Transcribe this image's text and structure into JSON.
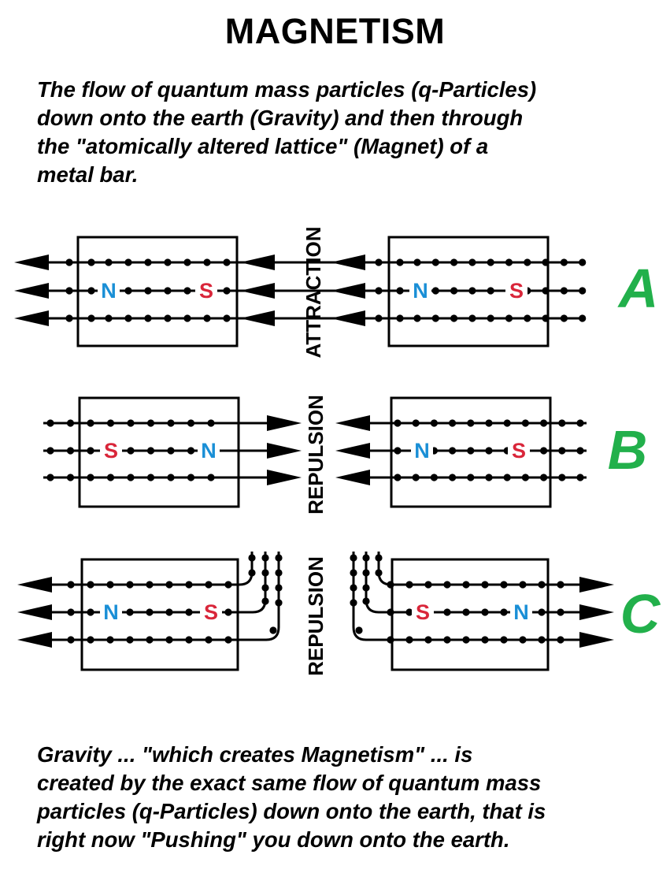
{
  "title": "MAGNETISM",
  "intro_lines": [
    "The flow of quantum mass particles (q-Particles)",
    "down onto the earth (Gravity) and then through",
    "the \"atomically altered lattice\" (Magnet) of a",
    "metal bar."
  ],
  "rows": [
    {
      "id": "A",
      "relation": "ATTRACTION",
      "left": {
        "pole_left": "N",
        "pole_right": "S"
      },
      "right": {
        "pole_left": "N",
        "pole_right": "S"
      }
    },
    {
      "id": "B",
      "relation": "REPULSION",
      "left": {
        "pole_left": "S",
        "pole_right": "N"
      },
      "right": {
        "pole_left": "N",
        "pole_right": "S"
      }
    },
    {
      "id": "C",
      "relation": "REPULSION",
      "left": {
        "pole_left": "N",
        "pole_right": "S"
      },
      "right": {
        "pole_left": "S",
        "pole_right": "N"
      }
    }
  ],
  "outro_lines": [
    "Gravity ... \"which creates Magnetism\" ... is",
    "created by the exact same flow of quantum mass",
    "particles (q-Particles) down onto the earth, that is",
    "right now \"Pushing\" you down onto the earth."
  ],
  "colors": {
    "north": "#1a8fd6",
    "south": "#d9263a",
    "label": "#22b04b",
    "ink": "#000000"
  }
}
